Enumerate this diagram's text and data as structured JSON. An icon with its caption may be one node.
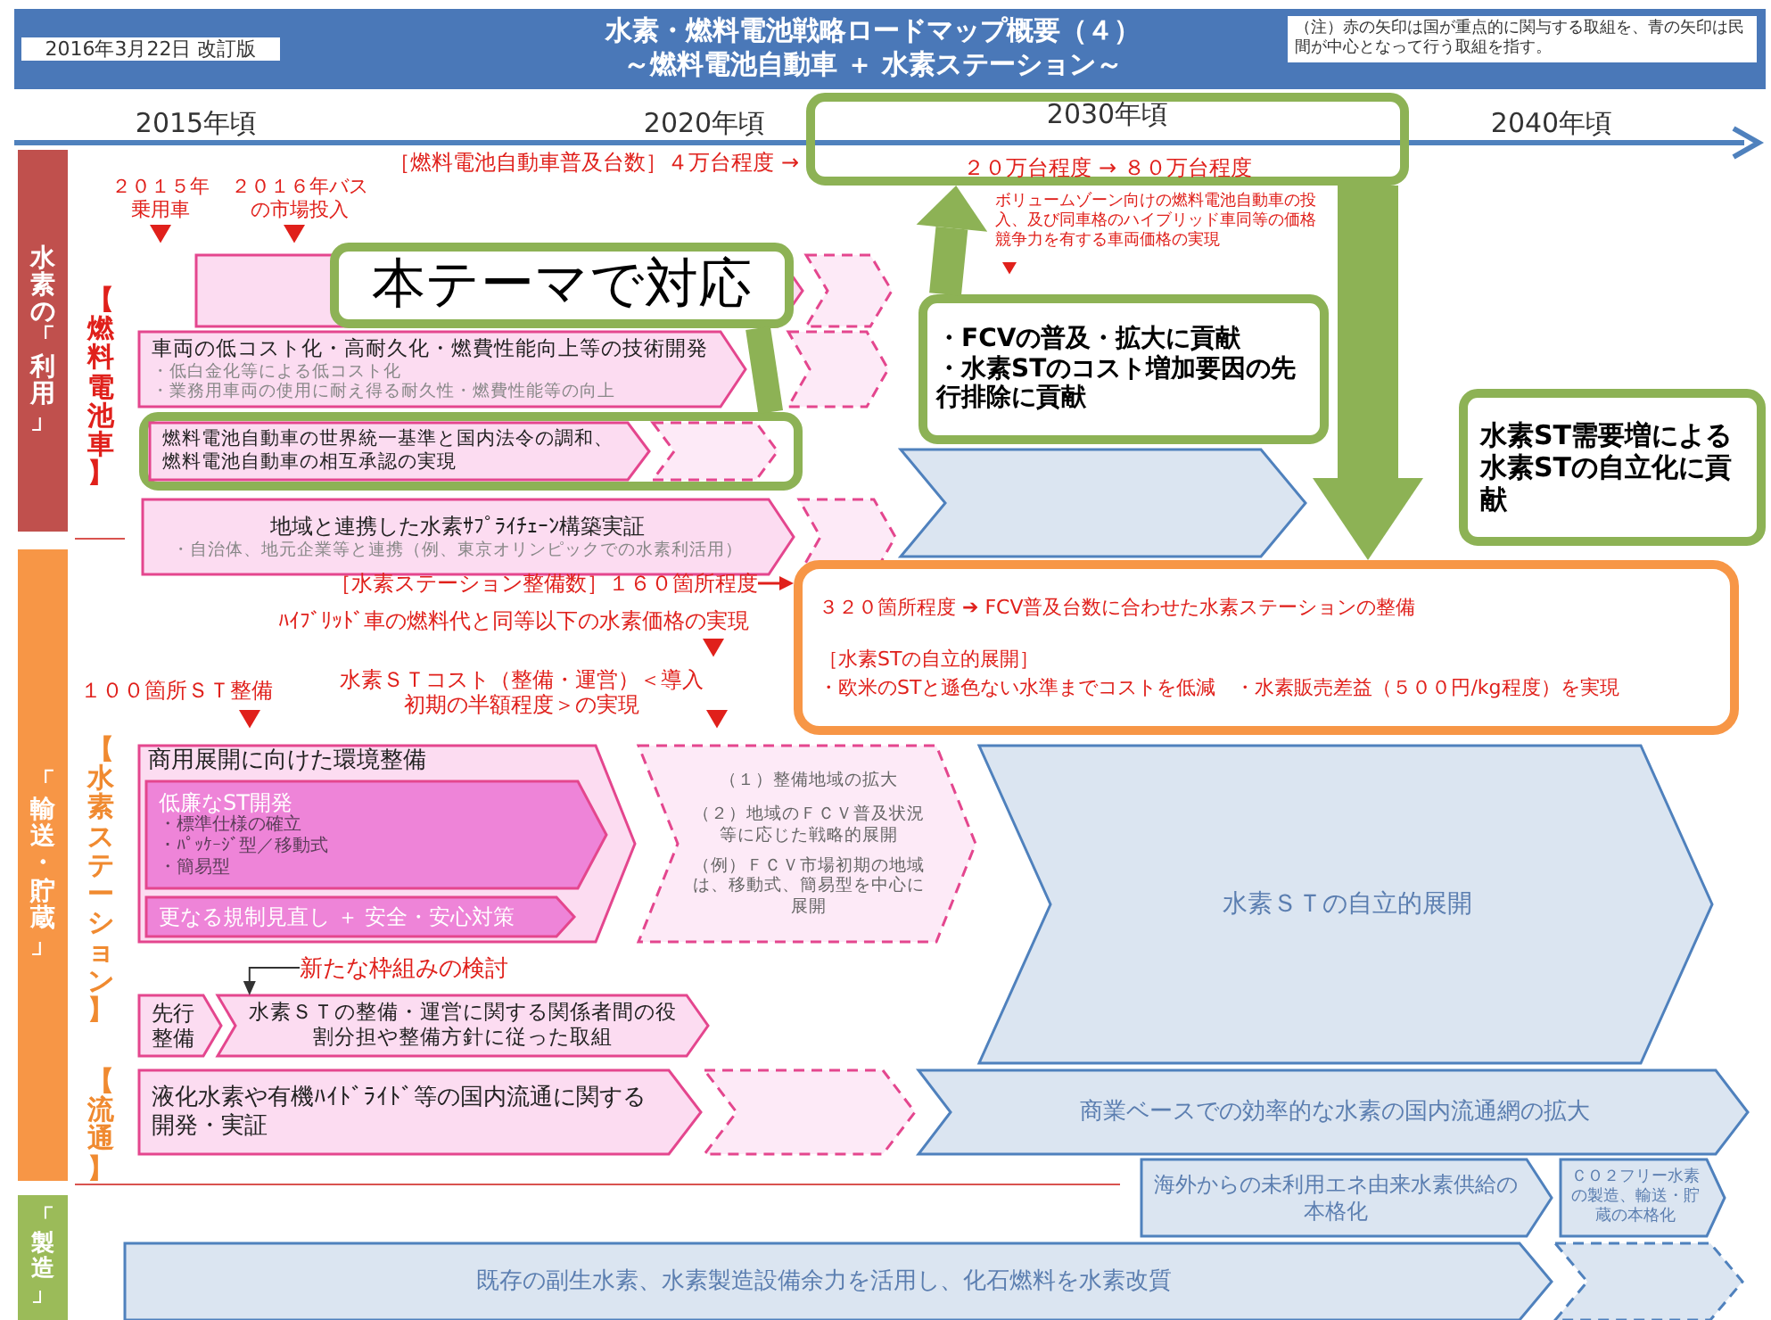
{
  "diagram": {
    "title": "水素・燃料電池戦略ロードマップ概要（４）～燃料電池自動車 ＋ 水素ステーション～",
    "nodes": [
      {
        "text": [
          "水素の「利用」"
        ]
      },
      {
        "text": [
          "2030年頃",
          "２０万台程度 → ８０万台程度"
        ]
      },
      {
        "text": [],
        "shape": "chevron"
      },
      {
        "text": [],
        "shape": "chevron"
      },
      {
        "text": [
          "本テーマで対応"
        ]
      },
      {
        "text": [
          "車両の低コスト化・高耐久化・燃費性能向上等の技術開発",
          "・低白金化等による低コスト化",
          "・業務用車両の使用に耐え得る耐久性・燃費性能等の向上"
        ]
      },
      {
        "text": [],
        "shape": "chevron"
      },
      {
        "text": [],
        "shape": "box"
      },
      {
        "text": [
          "燃料電池自動車の世界統一基準と国内法令の調和、燃料電池自動車の相互承認の実現"
        ],
        "in": 7
      },
      {
        "text": [],
        "shape": "chevron",
        "in": 7
      },
      {
        "text": [],
        "shape": "chevron"
      },
      {
        "text": [
          "・FCVの普及・拡大に貢献",
          "・水素STのコスト増加要因の先行排除に貢献"
        ]
      },
      {
        "text": [
          "水素ST需要増による水素STの自立化に貢献"
        ]
      },
      {
        "text": [
          "地域と連携した水素ｻﾌﾟﾗｲﾁｪｰﾝ構築実証",
          "・自治体、地元企業等と連携（例、東京オリンピックでの水素利活用）"
        ]
      },
      {
        "text": [],
        "shape": "chevron"
      },
      {
        "text": [
          "「輸送・貯蔵」"
        ]
      },
      {
        "text": [
          "［水素ステーション整備数］１６０箇所程度"
        ]
      },
      {
        "text": [
          "３２０箇所程度 ➔ FCV普及台数に合わせた水素ステーションの整備",
          "［水素STの自立的展開］",
          "・欧米のSTと遜色ない水準までコストを低減　・水素販売差益（５００円/kg程度）を実現"
        ]
      },
      {
        "text": [
          "商用展開に向けた環境整備"
        ]
      },
      {
        "text": [
          "低廉なST開発",
          "・標準仕様の確立",
          "・ﾊﾟｯｹｰｼﾞ型／移動式",
          "・簡易型"
        ],
        "in": 18
      },
      {
        "text": [
          "更なる規制見直し ＋ 安全・安心対策"
        ],
        "in": 18
      },
      {
        "text": [
          "（１）整備地域の拡大",
          "（２）地域のＦＣＶ普及状況等に応じた戦略的展開",
          "（例）ＦＣＶ市場初期の地域は、移動式、簡易型を中心に展開"
        ]
      },
      {
        "text": [
          "水素ＳＴの自立的展開"
        ]
      },
      {
        "text": [
          "新たな枠組みの検討"
        ]
      },
      {
        "text": [
          "先行整備"
        ]
      },
      {
        "text": [
          "水素ＳＴの整備・運営に関する関係者間の役割分担や整備方針に従った取組"
        ]
      },
      {
        "text": [
          "液化水素や有機ﾊｲﾄﾞﾗｲﾄﾞ等の国内流通に関する開発・実証"
        ]
      },
      {
        "text": [],
        "shape": "chevron"
      },
      {
        "text": [
          "商業ベースでの効率的な水素の国内流通網の拡大"
        ]
      },
      {
        "text": [
          "「製造」"
        ]
      },
      {
        "text": [
          "海外からの未利用エネ由来水素供給の本格化"
        ]
      },
      {
        "text": [
          "ＣＯ２フリー水素の製造、輸送・貯蔵の本格化"
        ]
      },
      {
        "text": [
          "既存の副生水素、水素製造設備余力を活用し、化石燃料を水素改質"
        ]
      },
      {
        "text": [],
        "shape": "chevron"
      }
    ],
    "edges": [
      {
        "from": 4,
        "to": 7,
        "arrow": "none"
      },
      {
        "from": 11,
        "to": 1,
        "arrow": "to"
      },
      {
        "from": 1,
        "to": 17,
        "arrow": "to",
        "style": "thick"
      },
      {
        "from": 16,
        "to": 17,
        "arrow": "to",
        "color": "#e0201b"
      },
      {
        "from": 23,
        "to": 25,
        "arrow": "to",
        "color": "#333333"
      }
    ],
    "labels": [
      "2016年3月22日 改訂版",
      "（注）赤の矢印は国が重点的に関与する取組を、青の矢印は民間が中心となって行う取組を指す。",
      "2015年頃",
      "2020年頃",
      "2040年頃",
      "［燃料電池自動車普及台数］４万台程度 →",
      "２０１５年乗用車",
      "２０１６年バスの市場投入",
      "ボリュームゾーン向けの燃料電池自動車の投入、及び同車格のハイブリッド車同等の価格競争力を有する車両価格の実現",
      "【燃料電池車】",
      "ﾊｲﾌﾞﾘｯﾄﾞ車の燃料代と同等以下の水素価格の実現",
      "１００箇所ＳＴ整備",
      "水素ＳＴコスト（整備・運営）＜導入初期の半額程度＞の実現",
      "【水素ステーション】",
      "【流通】"
    ]
  }
}
